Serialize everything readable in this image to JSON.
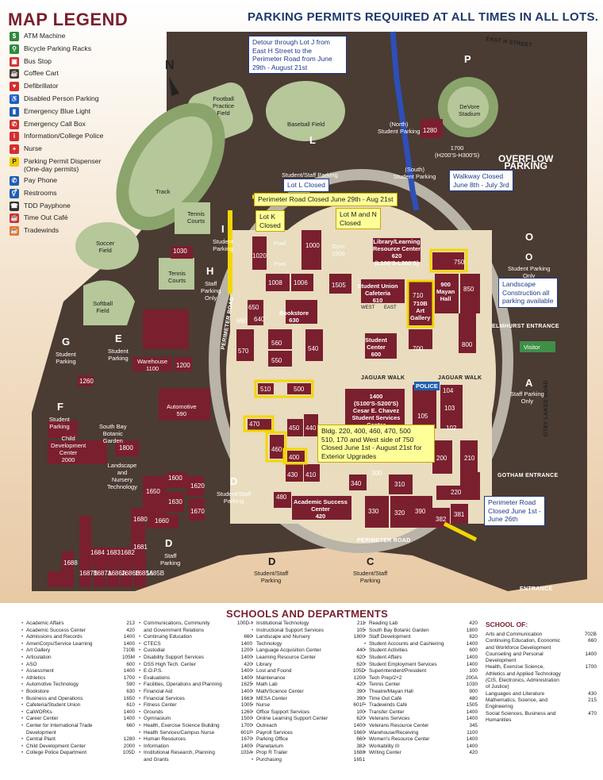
{
  "header": {
    "legend_title": "MAP LEGEND",
    "banner": "PARKING PERMITS REQUIRED AT ALL TIMES IN ALL LOTS."
  },
  "legend": [
    {
      "icon": "atm-icon",
      "glyph": "$",
      "color": "#2e8b3e",
      "label": "ATM Machine"
    },
    {
      "icon": "bicycle-icon",
      "glyph": "⚲",
      "color": "#2e8b3e",
      "label": "Bicycle Parking Racks"
    },
    {
      "icon": "bus-icon",
      "glyph": "▣",
      "color": "#d32f2f",
      "label": "Bus Stop"
    },
    {
      "icon": "coffee-cart-icon",
      "glyph": "☕",
      "color": "#4a3b2f",
      "label": "Coffee Cart"
    },
    {
      "icon": "defibrillator-icon",
      "glyph": "♥",
      "color": "#d32f2f",
      "label": "Defibrillator"
    },
    {
      "icon": "disabled-parking-icon",
      "glyph": "♿",
      "color": "#1e5fb4",
      "label": "Disabled Person Parking"
    },
    {
      "icon": "blue-light-icon",
      "glyph": "▮",
      "color": "#1e5fb4",
      "label": "Emergency Blue Light"
    },
    {
      "icon": "call-box-icon",
      "glyph": "✆",
      "color": "#d32f2f",
      "label": "Emergency Call Box"
    },
    {
      "icon": "information-icon",
      "glyph": "i",
      "color": "#d32f2f",
      "label": "Information/College Police"
    },
    {
      "icon": "nurse-icon",
      "glyph": "+",
      "color": "#d32f2f",
      "label": "Nurse"
    },
    {
      "icon": "permit-dispenser-icon",
      "glyph": "P",
      "color": "#f2c800",
      "label": "Parking Permit Dispenser\n(One-day permits)"
    },
    {
      "icon": "pay-phone-icon",
      "glyph": "✆",
      "color": "#1e5fb4",
      "label": "Pay Phone"
    },
    {
      "icon": "restrooms-icon",
      "glyph": "⚥",
      "color": "#1e5fb4",
      "label": "Restrooms"
    },
    {
      "icon": "tdd-payphone-icon",
      "glyph": "☎",
      "color": "#333333",
      "label": "TDD Payphone"
    },
    {
      "icon": "time-out-cafe-icon",
      "glyph": "☕",
      "color": "#d32f2f",
      "label": "Time Out Café"
    },
    {
      "icon": "tradewinds-icon",
      "glyph": "☕",
      "color": "#e8762b",
      "label": "Tradewinds"
    }
  ],
  "map": {
    "north": "N",
    "streets": {
      "east_h": "EAST H STREET",
      "otay_lakes": "OTAY LAKES ROAD",
      "perimeter_west": "PERIMETER ROAD",
      "perimeter_south": "PERIMETER ROAD",
      "elmhurst": "ELMHURST ENTRANCE",
      "gotham": "GOTHAM ENTRANCE",
      "entrance": "ENTRANCE",
      "jaguar_walk_1": "JAGUAR WALK",
      "jaguar_walk_2": "JAGUAR WALK"
    },
    "overflow": "OVERFLOW\nPARKING",
    "fields": {
      "football": "Football\nPractice\nField",
      "baseball": "Baseball Field",
      "track": "Track",
      "tennis1": "Tennis\nCourts",
      "tennis2": "Tennis\nCourts",
      "soccer": "Soccer\nField",
      "softball": "Softball\nField",
      "stadium": "DeVore\nStadium",
      "garden": "South Bay\nBotanic\nGarden",
      "nursery": "Landscape\nand\nNursery\nTechnology",
      "visitor": "Visitor"
    },
    "lots": {
      "P": "P",
      "L": "L",
      "L_sub": "Student/Staff Parking",
      "J_north": "(North)\nStudent Parking",
      "J_south": "(South)\nStudent Parking",
      "I": "I",
      "I_sub": "Student\nParking",
      "H": "H",
      "H_sub": "Staff\nParking\nOnly",
      "G": "G",
      "G_sub": "Student\nParking",
      "E": "E",
      "E_sub": "Student\nParking",
      "F": "F",
      "F_sub": "Student\nParking",
      "D1": "D",
      "D1_sub": "Student/Staff\nParking",
      "D2": "D",
      "D2_sub": "Staff\nParking",
      "D3": "D",
      "D3_sub": "Student/Staff\nParking",
      "C": "C",
      "C_sub": "Student/Staff\nParking",
      "O": "O",
      "O_sub": "Student Parking\nOnly",
      "A": "A",
      "A_sub": "Staff Parking\nOnly"
    },
    "stadium_lot": "1700\n(H200'S-H300'S)",
    "named_buildings": {
      "library": "Library/Learning\nResource Center\n620\n(L100'S-L300'S)",
      "union": "Student Union\nCafeteria\n610",
      "union_west": "WEST",
      "union_east": "EAST",
      "art": "710B\nArt\nGallery",
      "mayan": "900\nMayan\nHall",
      "bookstore": "Bookstore\n630",
      "student_center": "Student\nCenter\n600",
      "gym": "Gym\n1500",
      "pool1": "Pool",
      "pool2": "Pool",
      "chavez": "1400\n(S100'S-S200'S)\nCesar E. Chavez\nStudent Services\nCenter",
      "police": "POLICE",
      "automotive": "Automotive\n590",
      "warehouse": "Warehouse\n1100",
      "child_dev": "Child\nDevelopment\nCenter\n2000",
      "academic_success": "Academic Success\nCenter\n420"
    },
    "building_numbers": [
      "1000",
      "1020",
      "1008",
      "1006",
      "1030",
      "650",
      "640",
      "660",
      "570",
      "560",
      "540",
      "550",
      "510",
      "500",
      "470",
      "460",
      "450",
      "440",
      "400",
      "410",
      "430",
      "480",
      "340",
      "300",
      "310",
      "330",
      "320",
      "390",
      "382",
      "381",
      "220",
      "210",
      "200",
      "105",
      "104",
      "103",
      "102",
      "700",
      "710",
      "750",
      "800",
      "850",
      "1200",
      "1260",
      "1280",
      "1600",
      "1620",
      "1630",
      "1650",
      "1660",
      "1670",
      "1680",
      "1681",
      "1682",
      "1683",
      "1684",
      "1687A",
      "1687B",
      "1686A",
      "1686B",
      "1685A",
      "1685B",
      "1688",
      "1800",
      "1505"
    ],
    "callouts": {
      "detour": "Detour through Lot J from\nEast H Street to the\nPerimeter Road from June\n29th - August 21st",
      "lot_l_closed": "Lot L Closed",
      "perimeter_closed": "Perimeter Road Closed June 29th - Aug 21st",
      "walkway_closed": "Walkway Closed\nJune 8th - July 3rd",
      "lot_k_closed": "Lot K\nClosed",
      "lot_mn_closed": "Lot M and N\nClosed",
      "landscape": "Landscape\nConstruction all\nparking available",
      "bldg_closed": "Bldg. 220, 400, 460, 470, 500\n510, 170 and West side of 750\nClosed June 1st - August 21st for\nExterior Upgrades",
      "perimeter_closed_2": "Perimeter Road\nClosed June 1st -\nJune 26th"
    }
  },
  "schools_departments": {
    "title": "SCHOOLS AND DEPARTMENTS",
    "columns": [
      [
        [
          "Academic Affairs",
          "213"
        ],
        [
          "Academic Success Center",
          "420"
        ],
        [
          "Admissions and Records",
          "1400"
        ],
        [
          "AmeriCorps/Service Learning",
          "1400"
        ],
        [
          "Art Gallery",
          "710B"
        ],
        [
          "Articulation",
          "105M"
        ],
        [
          "ASO",
          "600"
        ],
        [
          "Assessment",
          "1400"
        ],
        [
          "Athletics",
          "1700"
        ],
        [
          "Automotive Technology",
          "590"
        ],
        [
          "Bookstore",
          "630"
        ],
        [
          "Business and Operations",
          "1650"
        ],
        [
          "Cafeteria/Student Union",
          "610"
        ],
        [
          "CalWORKs",
          "1400"
        ],
        [
          "Career Center",
          "1400"
        ],
        [
          "Center for International Trade\nDevelopment",
          "660"
        ],
        [
          "Central Plant",
          "1280"
        ],
        [
          "Child Development Center",
          "2000"
        ],
        [
          "College Police Department",
          "105D"
        ]
      ],
      [
        [
          "Communications, Community\nand Government Relations",
          "100D-I"
        ],
        [
          "Continuing Education",
          "660"
        ],
        [
          "CTECS",
          "1400"
        ],
        [
          "Custodial",
          "1200"
        ],
        [
          "Disability Support Services",
          "1400"
        ],
        [
          "DSS High Tech. Center",
          "420"
        ],
        [
          "E.O.P.S.",
          "1400"
        ],
        [
          "Evaluations",
          "1400"
        ],
        [
          "Facilities, Operations and Planning",
          "1625"
        ],
        [
          "Financial Aid",
          "1400"
        ],
        [
          "Financial Services",
          "1663"
        ],
        [
          "Fitness Center",
          "1005"
        ],
        [
          "Grounds",
          "1260"
        ],
        [
          "Gymnasium",
          "1500"
        ],
        [
          "Health, Exercise Science Building",
          "1700"
        ],
        [
          "Health Services/Campus Nurse",
          "601F"
        ],
        [
          "Human Resources",
          "1670"
        ],
        [
          "Information",
          "1400"
        ],
        [
          "Institutional Research, Planning\nand Grants",
          "103A"
        ]
      ],
      [
        [
          "Institutional Technology",
          "211"
        ],
        [
          "Instructional Support Services",
          "105"
        ],
        [
          "Landscape and Nursery\nTechnology",
          "1800"
        ],
        [
          "Language Acquisition Center",
          "440"
        ],
        [
          "Learning Resource Center",
          "620"
        ],
        [
          "Library",
          "620"
        ],
        [
          "Lost and Found",
          "105D"
        ],
        [
          "Maintenance",
          "1200"
        ],
        [
          "Math Lab",
          "420"
        ],
        [
          "Math/Science Center",
          "390"
        ],
        [
          "MESA Center",
          "390"
        ],
        [
          "Nurse",
          "601F"
        ],
        [
          "Office Support Services",
          "100"
        ],
        [
          "Online Learning Support Center",
          "620"
        ],
        [
          "Outreach",
          "1400"
        ],
        [
          "Payroll Services",
          "1660"
        ],
        [
          "Parking Office",
          "660"
        ],
        [
          "Planetarium",
          "382"
        ],
        [
          "Prop R Trailer",
          "1688"
        ],
        [
          "Purchasing",
          "1651"
        ]
      ],
      [
        [
          "Reading Lab",
          "420"
        ],
        [
          "South Bay Botanic Garden",
          "1800"
        ],
        [
          "Staff Development",
          "620"
        ],
        [
          "Student Accounts and Cashiering",
          "1400"
        ],
        [
          "Student Activities",
          "600"
        ],
        [
          "Student Affairs",
          "1400"
        ],
        [
          "Student Employment Services",
          "1400"
        ],
        [
          "Superintendent/President",
          "100"
        ],
        [
          "Tech Prep/2+2",
          "200A"
        ],
        [
          "Tennis Center",
          "1030"
        ],
        [
          "Theatre/Mayan Hall",
          "900"
        ],
        [
          "Time Out Café",
          "480"
        ],
        [
          "Tradewinds Café",
          "1505"
        ],
        [
          "Transfer Center",
          "1400"
        ],
        [
          "Veterans Services",
          "1400"
        ],
        [
          "Veterans Resource Center",
          "345"
        ],
        [
          "Warehouse/Receiving",
          "1100"
        ],
        [
          "Women's Resource Center",
          "1400"
        ],
        [
          "Workability III",
          "1400"
        ],
        [
          "Writing Center",
          "420"
        ]
      ]
    ],
    "school_of_title": "SCHOOL OF:",
    "school_of": [
      [
        "Arts and Communication",
        "702B"
      ],
      [
        "Continuing Education, Economic\nand Workforce Development",
        "660"
      ],
      [
        "Counseling and Personal\nDevelopment",
        "1400"
      ],
      [
        "Health, Exercise Science,\nAthletics and Applied Technology\n(CIS, Electronics, Administration\nof Justice)",
        "1700"
      ],
      [
        "Languages and Literature",
        "430"
      ],
      [
        "Mathematics, Science, and\nEngineering",
        "215"
      ],
      [
        "Social Sciences, Business and\nHumanities",
        "470"
      ]
    ]
  }
}
